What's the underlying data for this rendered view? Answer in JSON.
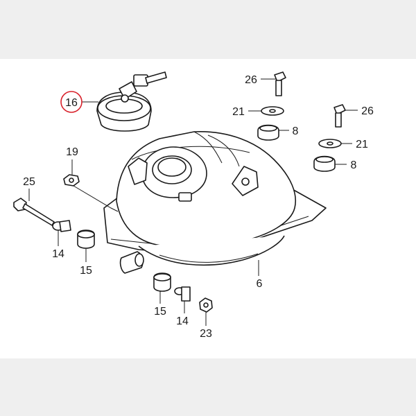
{
  "diagram": {
    "highlight_color": "#d8202a",
    "callouts": [
      {
        "id": "c16",
        "text": "16",
        "highlighted": true
      },
      {
        "id": "c26a",
        "text": "26"
      },
      {
        "id": "c21a",
        "text": "21"
      },
      {
        "id": "c8a",
        "text": "8"
      },
      {
        "id": "c26b",
        "text": "26"
      },
      {
        "id": "c21b",
        "text": "21"
      },
      {
        "id": "c8b",
        "text": "8"
      },
      {
        "id": "c19",
        "text": "19"
      },
      {
        "id": "c25",
        "text": "25"
      },
      {
        "id": "c14a",
        "text": "14"
      },
      {
        "id": "c15a",
        "text": "15"
      },
      {
        "id": "c6",
        "text": "6"
      },
      {
        "id": "c15b",
        "text": "15"
      },
      {
        "id": "c14b",
        "text": "14"
      },
      {
        "id": "c23",
        "text": "23"
      }
    ]
  }
}
